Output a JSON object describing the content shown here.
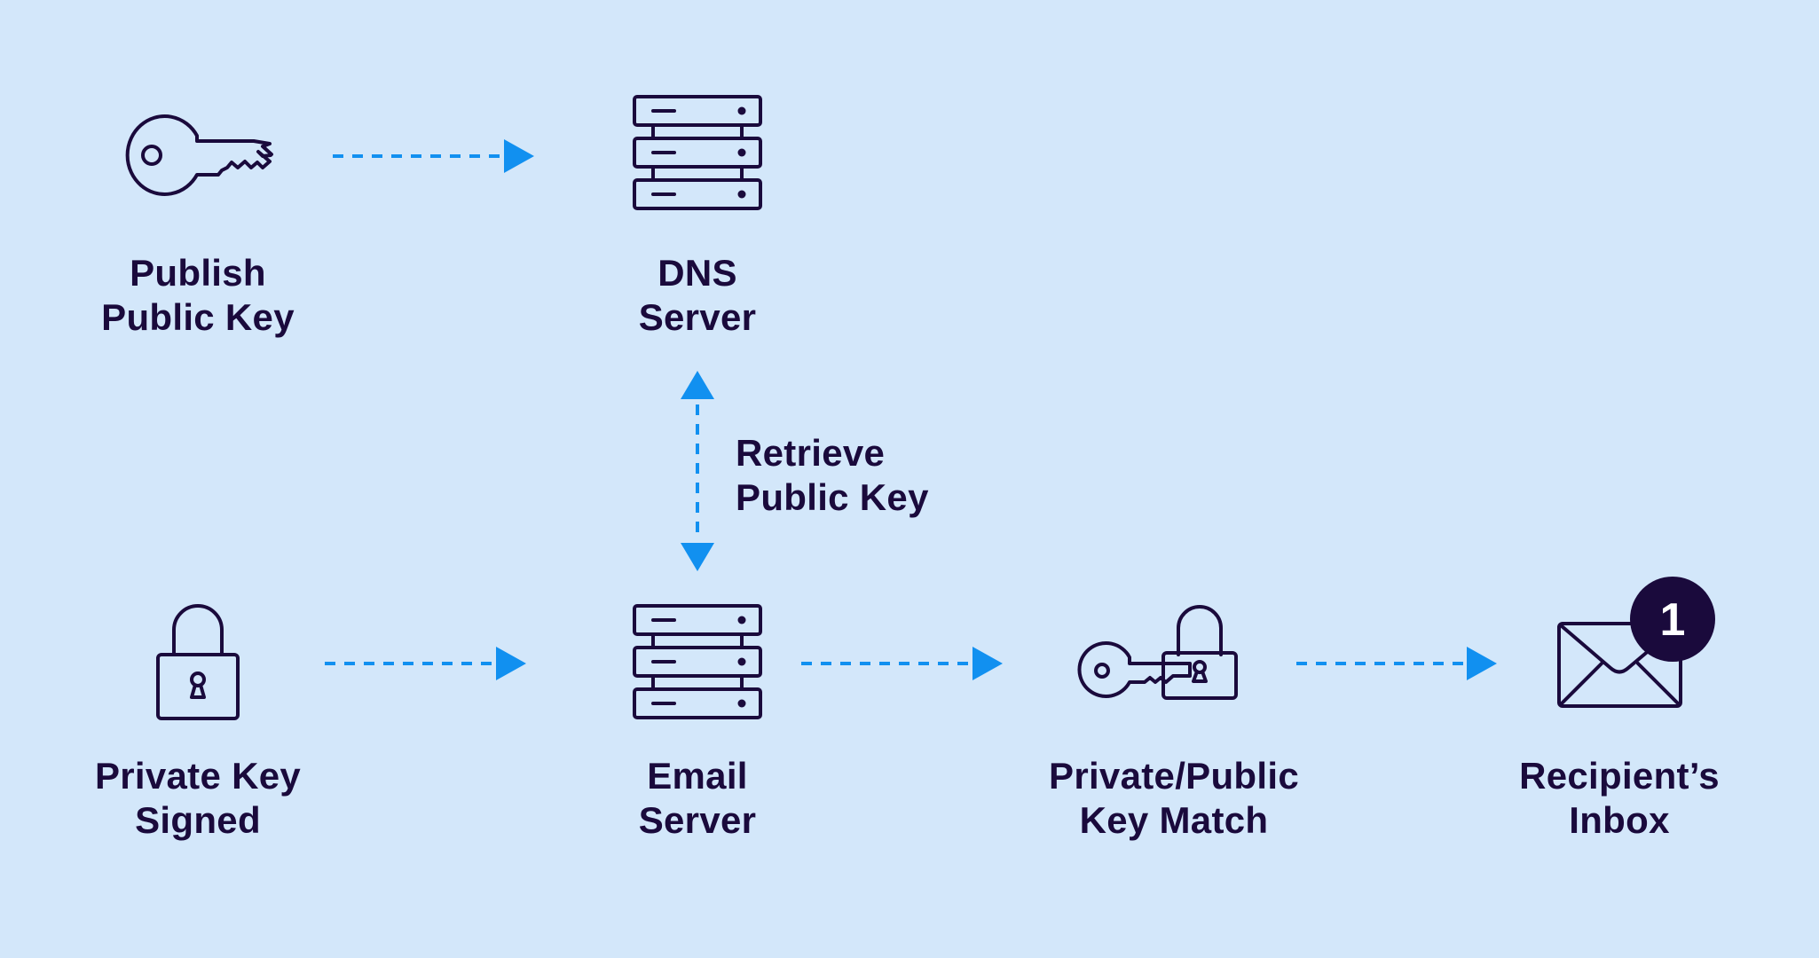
{
  "colors": {
    "background": "#D3E7FA",
    "ink": "#1A0A3C",
    "arrow": "#1190F0",
    "badge": "#1A0A3C",
    "badge_text": "#FFFFFF"
  },
  "nodes": {
    "publish": {
      "line1": "Publish",
      "line2": "Public Key",
      "icon": "key-icon"
    },
    "dns": {
      "line1": "DNS",
      "line2": "Server",
      "icon": "server-icon"
    },
    "retrieve": {
      "line1": "Retrieve",
      "line2": "Public Key"
    },
    "signed": {
      "line1": "Private Key",
      "line2": "Signed",
      "icon": "padlock-icon"
    },
    "email": {
      "line1": "Email",
      "line2": "Server",
      "icon": "server-icon"
    },
    "match": {
      "line1": "Private/Public",
      "line2": "Key Match",
      "icon": "key-and-padlock-icon"
    },
    "inbox": {
      "line1": "Recipient’s",
      "line2": "Inbox",
      "icon": "envelope-icon",
      "badge": "1"
    }
  }
}
